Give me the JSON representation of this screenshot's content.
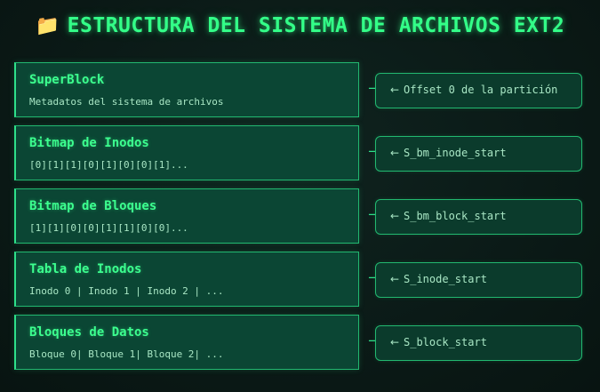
{
  "title": {
    "icon": "folder-icon",
    "text": "ESTRUCTURA DEL SISTEMA DE ARCHIVOS EXT2"
  },
  "connector_symbol": "→",
  "pointer_symbol": "←",
  "colors": {
    "background": "#0b1a17",
    "accent": "#33ff88",
    "block_fill": "#0b4634",
    "border": "#22b870",
    "muted_text": "#a8e6c4"
  },
  "blocks": [
    {
      "name": "SuperBlock",
      "description": "Metadatos del sistema de archivos",
      "pointer": "Offset 0 de la partición"
    },
    {
      "name": "Bitmap de Inodos",
      "description": "[0][1][1][0][1][0][0][1]...",
      "pointer": "S_bm_inode_start"
    },
    {
      "name": "Bitmap de Bloques",
      "description": "[1][1][0][0][1][1][0][0]...",
      "pointer": "S_bm_block_start"
    },
    {
      "name": "Tabla de Inodos",
      "description": "Inodo 0 | Inodo 1 | Inodo 2 | ...",
      "pointer": "S_inode_start"
    },
    {
      "name": "Bloques de Datos",
      "description": "Bloque 0| Bloque 1| Bloque 2| ...",
      "pointer": "S_block_start"
    }
  ]
}
